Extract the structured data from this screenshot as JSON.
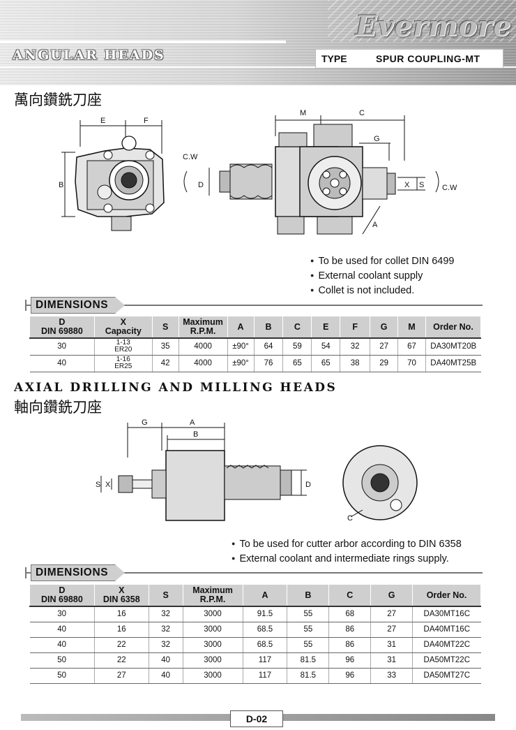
{
  "header": {
    "brand": "Evermore",
    "section": "ANGULAR HEADS",
    "type_label": "TYPE",
    "type_value": "SPUR COUPLING-MT"
  },
  "angular": {
    "title_cn": "萬向鑽銑刀座",
    "drawing_labels": {
      "E": "E",
      "F": "F",
      "B": "B",
      "M": "M",
      "C": "C",
      "G": "G",
      "D": "D",
      "X": "X",
      "S": "S",
      "A": "A",
      "cw_left": "C.W",
      "cw_right": "C.W"
    },
    "notes": [
      "To be used for collet DIN 6499",
      "External coolant supply",
      "Collet is not included."
    ],
    "dimensions_label": "DIMENSIONS",
    "table": {
      "headers": [
        [
          "D",
          "DIN 69880"
        ],
        [
          "X",
          "Capacity"
        ],
        [
          "S"
        ],
        [
          "Maximum",
          "R.P.M."
        ],
        [
          "A"
        ],
        [
          "B"
        ],
        [
          "C"
        ],
        [
          "E"
        ],
        [
          "F"
        ],
        [
          "G"
        ],
        [
          "M"
        ],
        [
          "Order No."
        ]
      ],
      "rows": [
        [
          "30",
          [
            "1-13",
            "ER20"
          ],
          "35",
          "4000",
          "±90°",
          "64",
          "59",
          "54",
          "32",
          "27",
          "67",
          "DA30MT20B"
        ],
        [
          "40",
          [
            "1-16",
            "ER25"
          ],
          "42",
          "4000",
          "±90°",
          "76",
          "65",
          "65",
          "38",
          "29",
          "70",
          "DA40MT25B"
        ]
      ]
    }
  },
  "axial": {
    "title_en": "AXIAL DRILLING AND MILLING HEADS",
    "title_cn": "軸向鑽銑刀座",
    "drawing_labels": {
      "G": "G",
      "A": "A",
      "B": "B",
      "S": "S",
      "X": "X",
      "D": "D",
      "C": "C"
    },
    "notes": [
      "To be used for cutter arbor according to DIN 6358",
      "External coolant and intermediate rings supply."
    ],
    "dimensions_label": "DIMENSIONS",
    "table": {
      "headers": [
        [
          "D",
          "DIN 69880"
        ],
        [
          "X",
          "DIN 6358"
        ],
        [
          "S"
        ],
        [
          "Maximum",
          "R.P.M."
        ],
        [
          "A"
        ],
        [
          "B"
        ],
        [
          "C"
        ],
        [
          "G"
        ],
        [
          "Order No."
        ]
      ],
      "rows": [
        [
          "30",
          "16",
          "32",
          "3000",
          "91.5",
          "55",
          "68",
          "27",
          "DA30MT16C"
        ],
        [
          "40",
          "16",
          "32",
          "3000",
          "68.5",
          "55",
          "86",
          "27",
          "DA40MT16C"
        ],
        [
          "40",
          "22",
          "32",
          "3000",
          "68.5",
          "55",
          "86",
          "31",
          "DA40MT22C"
        ],
        [
          "50",
          "22",
          "40",
          "3000",
          "117",
          "81.5",
          "96",
          "31",
          "DA50MT22C"
        ],
        [
          "50",
          "27",
          "40",
          "3000",
          "117",
          "81.5",
          "96",
          "33",
          "DA50MT27C"
        ]
      ]
    }
  },
  "footer": {
    "page": "D-02"
  }
}
